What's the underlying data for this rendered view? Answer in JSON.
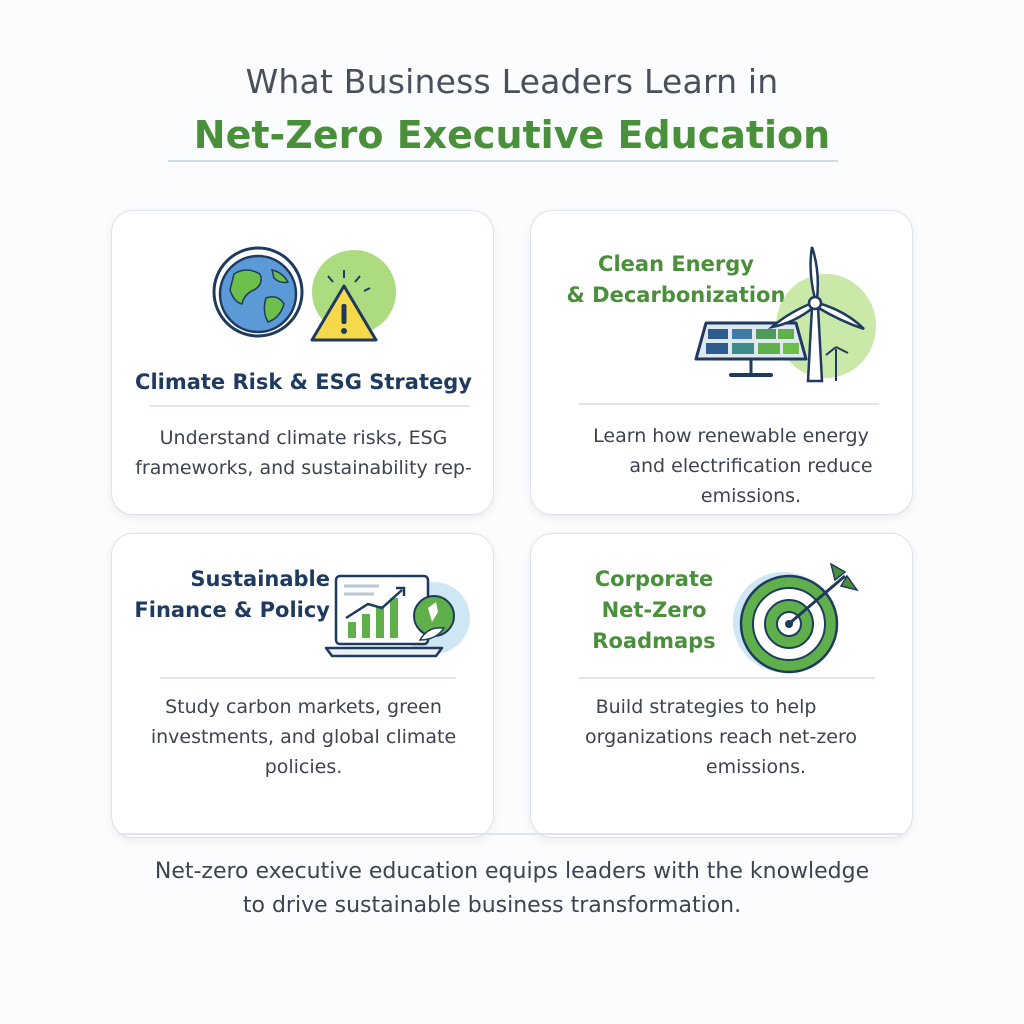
{
  "header": {
    "subtitle": "What Business Leaders Learn in",
    "title": "Net-Zero Executive Education"
  },
  "cards": [
    {
      "heading": "Climate Risk & ESG Strategy",
      "description": [
        "Understand climate risks, ESG",
        "frameworks, and sustainability rep-"
      ],
      "icon": "globe-warning-icon"
    },
    {
      "heading": [
        "Clean Energy",
        "& Decarbonization"
      ],
      "description": [
        "Learn how renewable energy",
        "and electrification reduce",
        "emissions."
      ],
      "icon": "solar-panel-wind-turbine-icon"
    },
    {
      "heading": [
        "Sustainable",
        "Finance & Policy"
      ],
      "description": [
        "Study carbon markets, green",
        "investments, and global climate",
        "policies."
      ],
      "icon": "finance-chart-laptop-icon"
    },
    {
      "heading": [
        "Corporate",
        "Net-Zero",
        "Roadmaps"
      ],
      "description": [
        "Build strategies to help",
        "organizations reach net-zero",
        "emissions."
      ],
      "icon": "target-arrow-icon"
    }
  ],
  "footer": [
    "Net-zero executive education equips leaders with the knowledge",
    "to drive sustainable business transformation."
  ],
  "colors": {
    "accent_green": "#4a8f3a",
    "navy": "#1f3a5f",
    "light_green": "#8fcf5a",
    "warning_yellow": "#f5d84a",
    "globe_blue": "#4f8fd0"
  }
}
